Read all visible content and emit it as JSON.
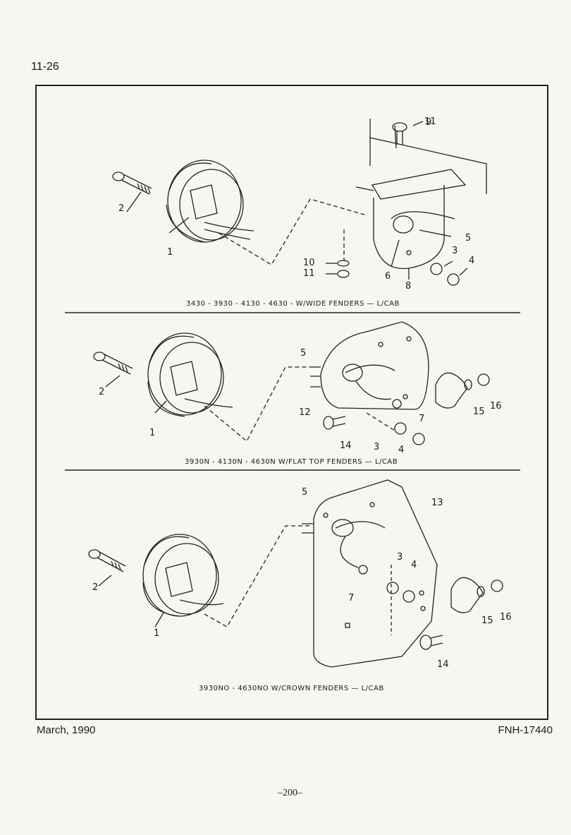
{
  "header": {
    "page_ref": "11-26"
  },
  "sections": [
    {
      "caption": "3430 - 3930 - 4130 - 4630 - W/WIDE FENDERS — L/CAB",
      "callouts": [
        "1",
        "2",
        "3",
        "4",
        "5",
        "6",
        "8",
        "9",
        "10",
        "11"
      ]
    },
    {
      "caption": "3930N - 4130N - 4630N W/FLAT TOP FENDERS — L/CAB",
      "callouts": [
        "1",
        "2",
        "3",
        "4",
        "5",
        "7",
        "12",
        "14",
        "15",
        "16"
      ]
    },
    {
      "caption": "3930NO - 4630NO W/CROWN FENDERS — L/CAB",
      "callouts": [
        "1",
        "2",
        "3",
        "4",
        "5",
        "7",
        "13",
        "14",
        "15",
        "16"
      ]
    }
  ],
  "footer": {
    "date": "March, 1990",
    "code": "FNH-17440",
    "page_number": "–200–"
  }
}
